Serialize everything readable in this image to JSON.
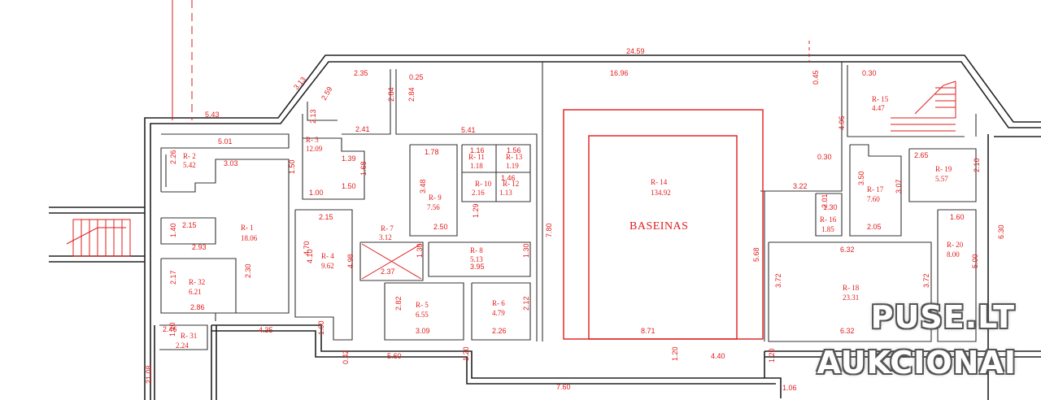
{
  "plan": {
    "pool_label": "BASEINAS",
    "rooms": [
      {
        "id": "R- 1",
        "area": "18.06"
      },
      {
        "id": "R- 2",
        "area": "5.42"
      },
      {
        "id": "R- 3",
        "area": "12.09"
      },
      {
        "id": "R- 4",
        "area": "9.62"
      },
      {
        "id": "R- 5",
        "area": "6.55"
      },
      {
        "id": "R- 6",
        "area": "4.79"
      },
      {
        "id": "R- 7",
        "area": "3.12"
      },
      {
        "id": "R- 8",
        "area": "5.13"
      },
      {
        "id": "R- 9",
        "area": "7.56"
      },
      {
        "id": "R- 10",
        "area": "2.16"
      },
      {
        "id": "R- 11",
        "area": "1.18"
      },
      {
        "id": "R- 12",
        "area": "1.13"
      },
      {
        "id": "R- 13",
        "area": "1.19"
      },
      {
        "id": "R- 14",
        "area": "134.92"
      },
      {
        "id": "R- 15",
        "area": "4.47"
      },
      {
        "id": "R- 16",
        "area": "1.85"
      },
      {
        "id": "R- 17",
        "area": "7.60"
      },
      {
        "id": "R- 18",
        "area": "23.31"
      },
      {
        "id": "R- 19",
        "area": "5.57"
      },
      {
        "id": "R- 20",
        "area": "8.00"
      },
      {
        "id": "R- 31",
        "area": "2.24"
      },
      {
        "id": "R- 32",
        "area": "6.21"
      }
    ],
    "dimensions": [
      "24.59",
      "16.96",
      "0.25",
      "2.35",
      "3.13",
      "2.59",
      "5.43",
      "2.13",
      "2.84",
      "2.84",
      "0.45",
      "0.30",
      "4.96",
      "0.30",
      "5.01",
      "2.26",
      "3.03",
      "1.50",
      "2.41",
      "1.39",
      "1.68",
      "1.00",
      "1.50",
      "5.41",
      "1.78",
      "1.16",
      "1.56",
      "1.46",
      "3.48",
      "2.50",
      "1.29",
      "7.80",
      "5.68",
      "3.22",
      "1.30",
      "2.01",
      "3.50",
      "3.07",
      "2.65",
      "2.10",
      "1.60",
      "6.30",
      "2.15",
      "1.40",
      "2.93",
      "4.70",
      "4.10",
      "2.15",
      "4.98",
      "2.37",
      "1.30",
      "3.95",
      "1.30",
      "2.17",
      "2.30",
      "2.86",
      "6.32",
      "3.72",
      "3.72",
      "5.00",
      "2.05",
      "2.82",
      "2.12",
      "3.09",
      "2.26",
      "8.71",
      "6.32",
      "1.10",
      "2.46",
      "4.35",
      "1.00",
      "0.42",
      "5.60",
      "1.20",
      "1.20",
      "4.40",
      "1.20",
      "1.06",
      "7.60",
      "21.08"
    ]
  },
  "watermark": {
    "line1": "PUSE.LT",
    "line2": "AUKCIONAI"
  }
}
